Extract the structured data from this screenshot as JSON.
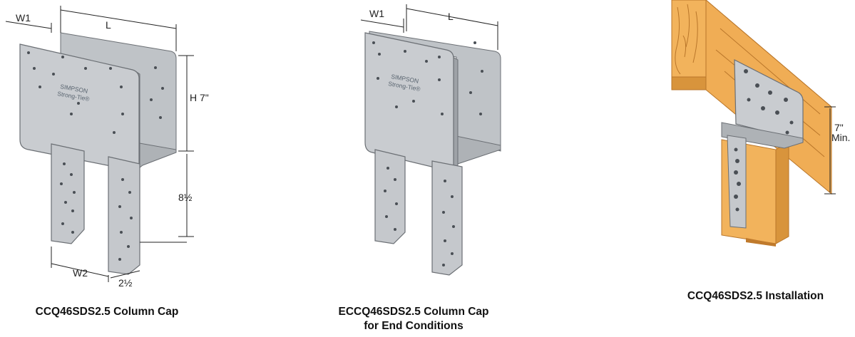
{
  "figures": [
    {
      "caption": "CCQ46SDS2.5 Column Cap",
      "brand_line1": "SIMPSON",
      "brand_line2": "Strong-Tie®",
      "dims": {
        "w1": "W1",
        "l": "L",
        "h": "H 7\"",
        "leg": "8½",
        "w2": "W2",
        "strap": "2½"
      }
    },
    {
      "caption_line1": "ECCQ46SDS2.5 Column Cap",
      "caption_line2": "for End Conditions",
      "brand_line1": "SIMPSON",
      "brand_line2": "Strong-Tie®",
      "dims": {
        "w1": "W1",
        "l": "L"
      }
    },
    {
      "caption": "CCQ46SDS2.5 Installation",
      "dims": {
        "min_value": "7\"",
        "min_label": "Min."
      }
    }
  ],
  "colors": {
    "steel": "#c9ccd0",
    "steel_dark": "#a9adb2",
    "steel_edge": "#6b6f74",
    "wood": "#f2b35c",
    "wood_dark": "#d8943c",
    "wood_grain": "#b9762a"
  }
}
